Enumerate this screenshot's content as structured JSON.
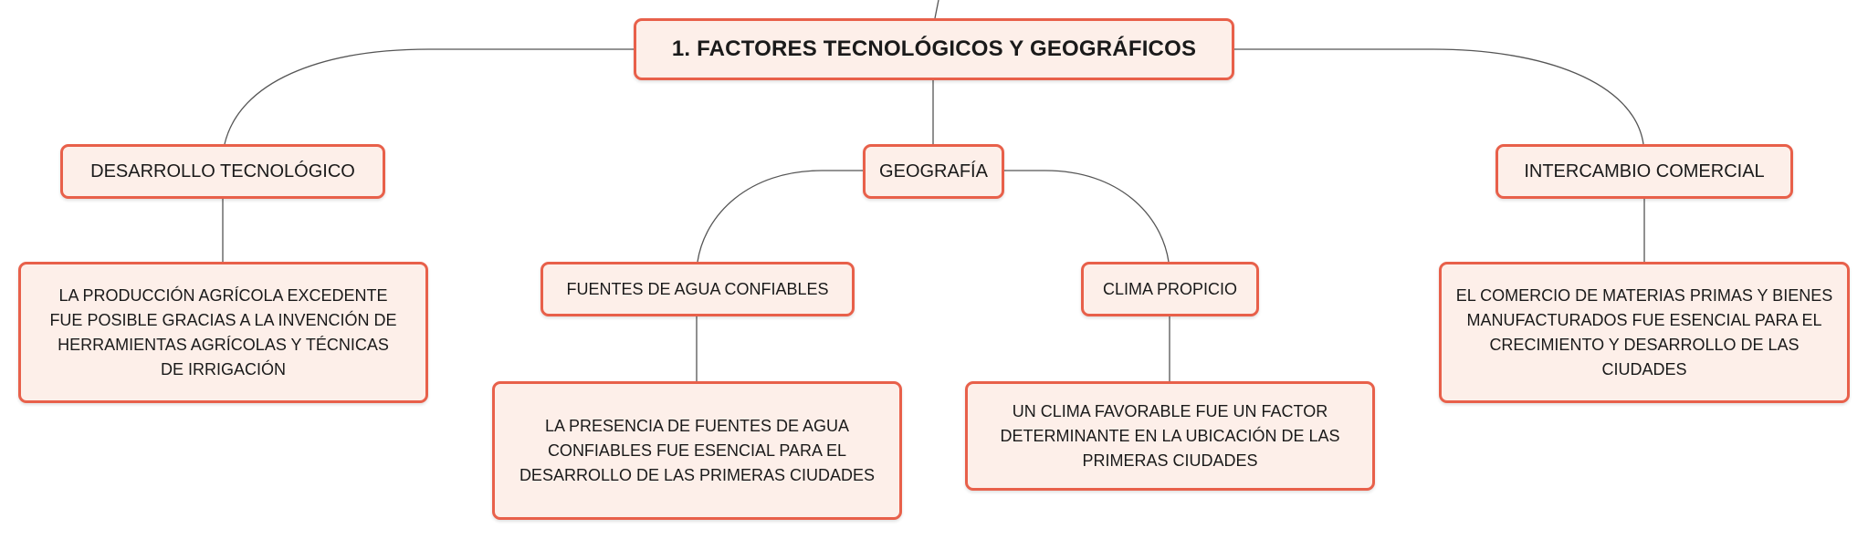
{
  "root": {
    "label": "1. FACTORES TECNOLÓGICOS Y GEOGRÁFICOS"
  },
  "branches": {
    "tech": {
      "label": "DESARROLLO TECNOLÓGICO",
      "detail": "LA PRODUCCIÓN AGRÍCOLA EXCEDENTE FUE POSIBLE GRACIAS A LA INVENCIÓN DE HERRAMIENTAS AGRÍCOLAS Y TÉCNICAS DE IRRIGACIÓN"
    },
    "geo": {
      "label": "GEOGRAFÍA",
      "water": {
        "label": "FUENTES DE AGUA CONFIABLES",
        "detail": "LA PRESENCIA DE FUENTES DE AGUA CONFIABLES FUE ESENCIAL PARA EL DESARROLLO DE LAS PRIMERAS CIUDADES"
      },
      "climate": {
        "label": "CLIMA PROPICIO",
        "detail": "UN CLIMA FAVORABLE FUE UN FACTOR DETERMINANTE EN LA UBICACIÓN DE LAS PRIMERAS CIUDADES"
      }
    },
    "trade": {
      "label": "INTERCAMBIO COMERCIAL",
      "detail": "EL COMERCIO DE MATERIAS PRIMAS Y BIENES MANUFACTURADOS FUE ESENCIAL PARA EL CRECIMIENTO Y DESARROLLO DE LAS CIUDADES"
    }
  },
  "colors": {
    "node_fill": "#fdefe9",
    "node_border": "#e8604a",
    "connector": "#555555",
    "text": "#1a1a1a"
  }
}
